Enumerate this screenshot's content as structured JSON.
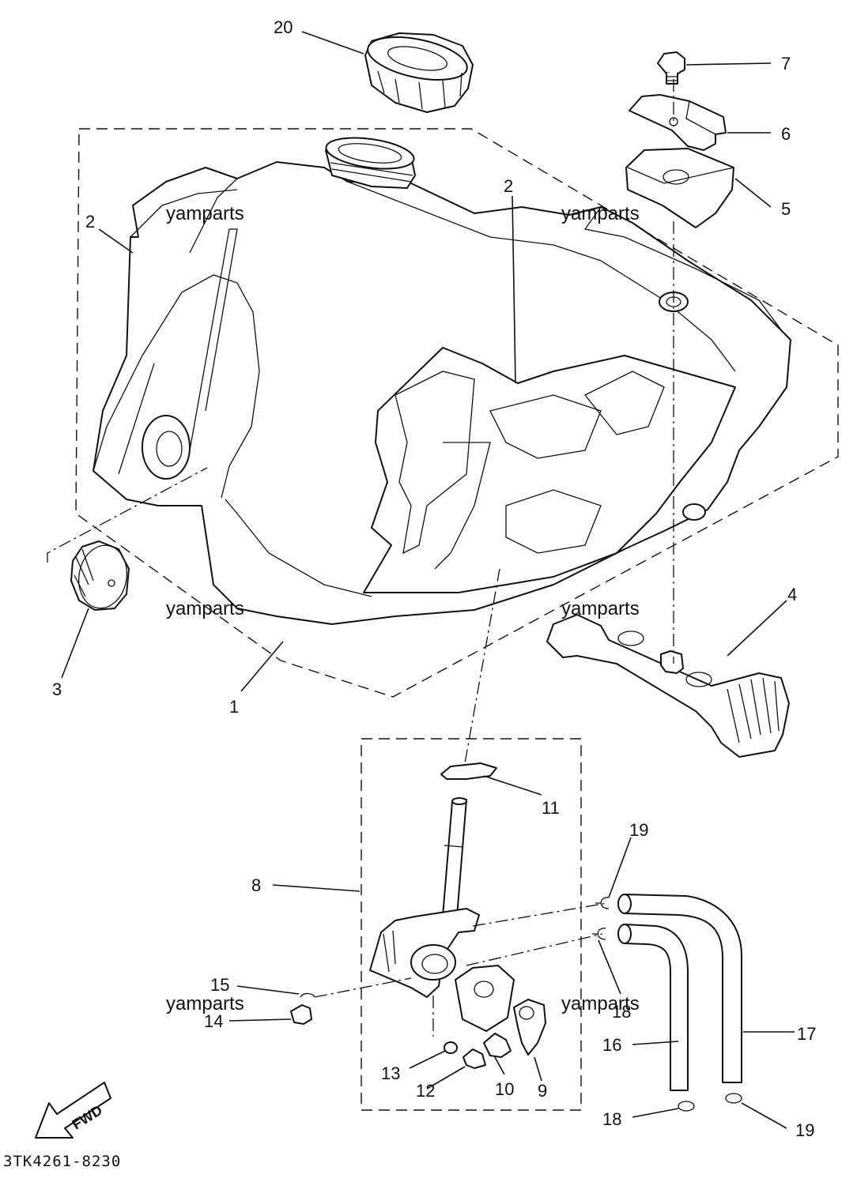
{
  "diagram": {
    "code": "3TK4261-8230",
    "watermark": "yamparts",
    "fwd_label": "FWD",
    "callouts": {
      "fuel_tank": "1",
      "graphic_left": "2",
      "graphic_right": "2",
      "side_cap": "3",
      "tank_bracket": "4",
      "damper": "5",
      "band_plate": "6",
      "bolt": "7",
      "fuel_cock_assy": "8",
      "lever": "9",
      "screw_10": "10",
      "gasket": "11",
      "screw_12": "12",
      "washer": "13",
      "drain_screw": "14",
      "o_ring": "15",
      "fuel_pipe_16": "16",
      "fuel_pipe_17": "17",
      "clip_18_upper": "18",
      "clip_18_lower": "18",
      "clip_19_upper": "19",
      "clip_19_lower": "19",
      "filler_cap": "20"
    }
  }
}
